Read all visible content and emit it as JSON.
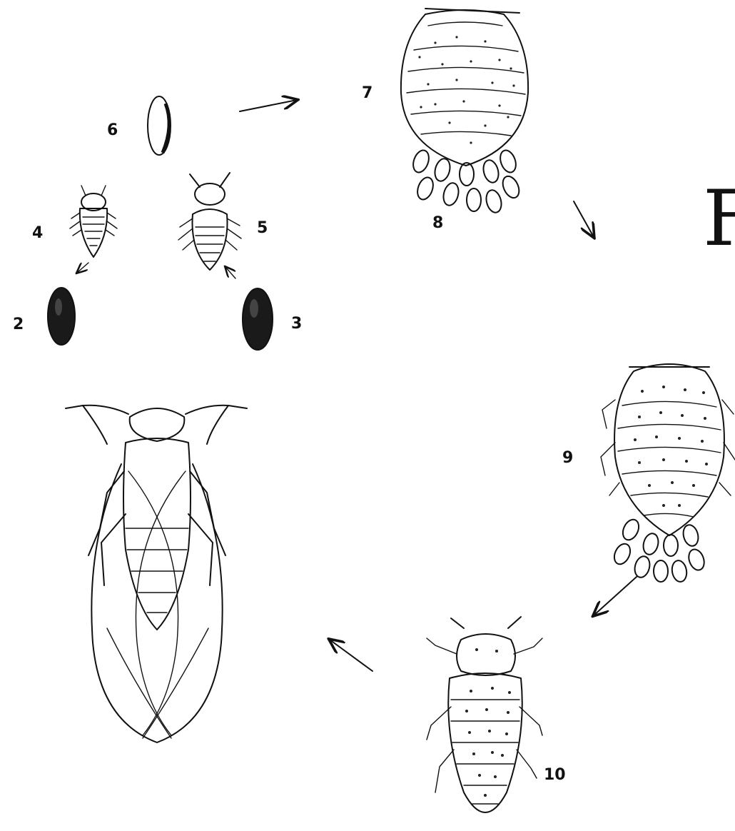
{
  "labels": {
    "l2": "2",
    "l3": "3",
    "l4": "4",
    "l5": "5",
    "l6": "6",
    "l7": "7",
    "l8": "8",
    "l9": "9",
    "l10": "10"
  },
  "edge_text": "F",
  "colors": {
    "ink": "#111111",
    "background": "#ffffff"
  }
}
